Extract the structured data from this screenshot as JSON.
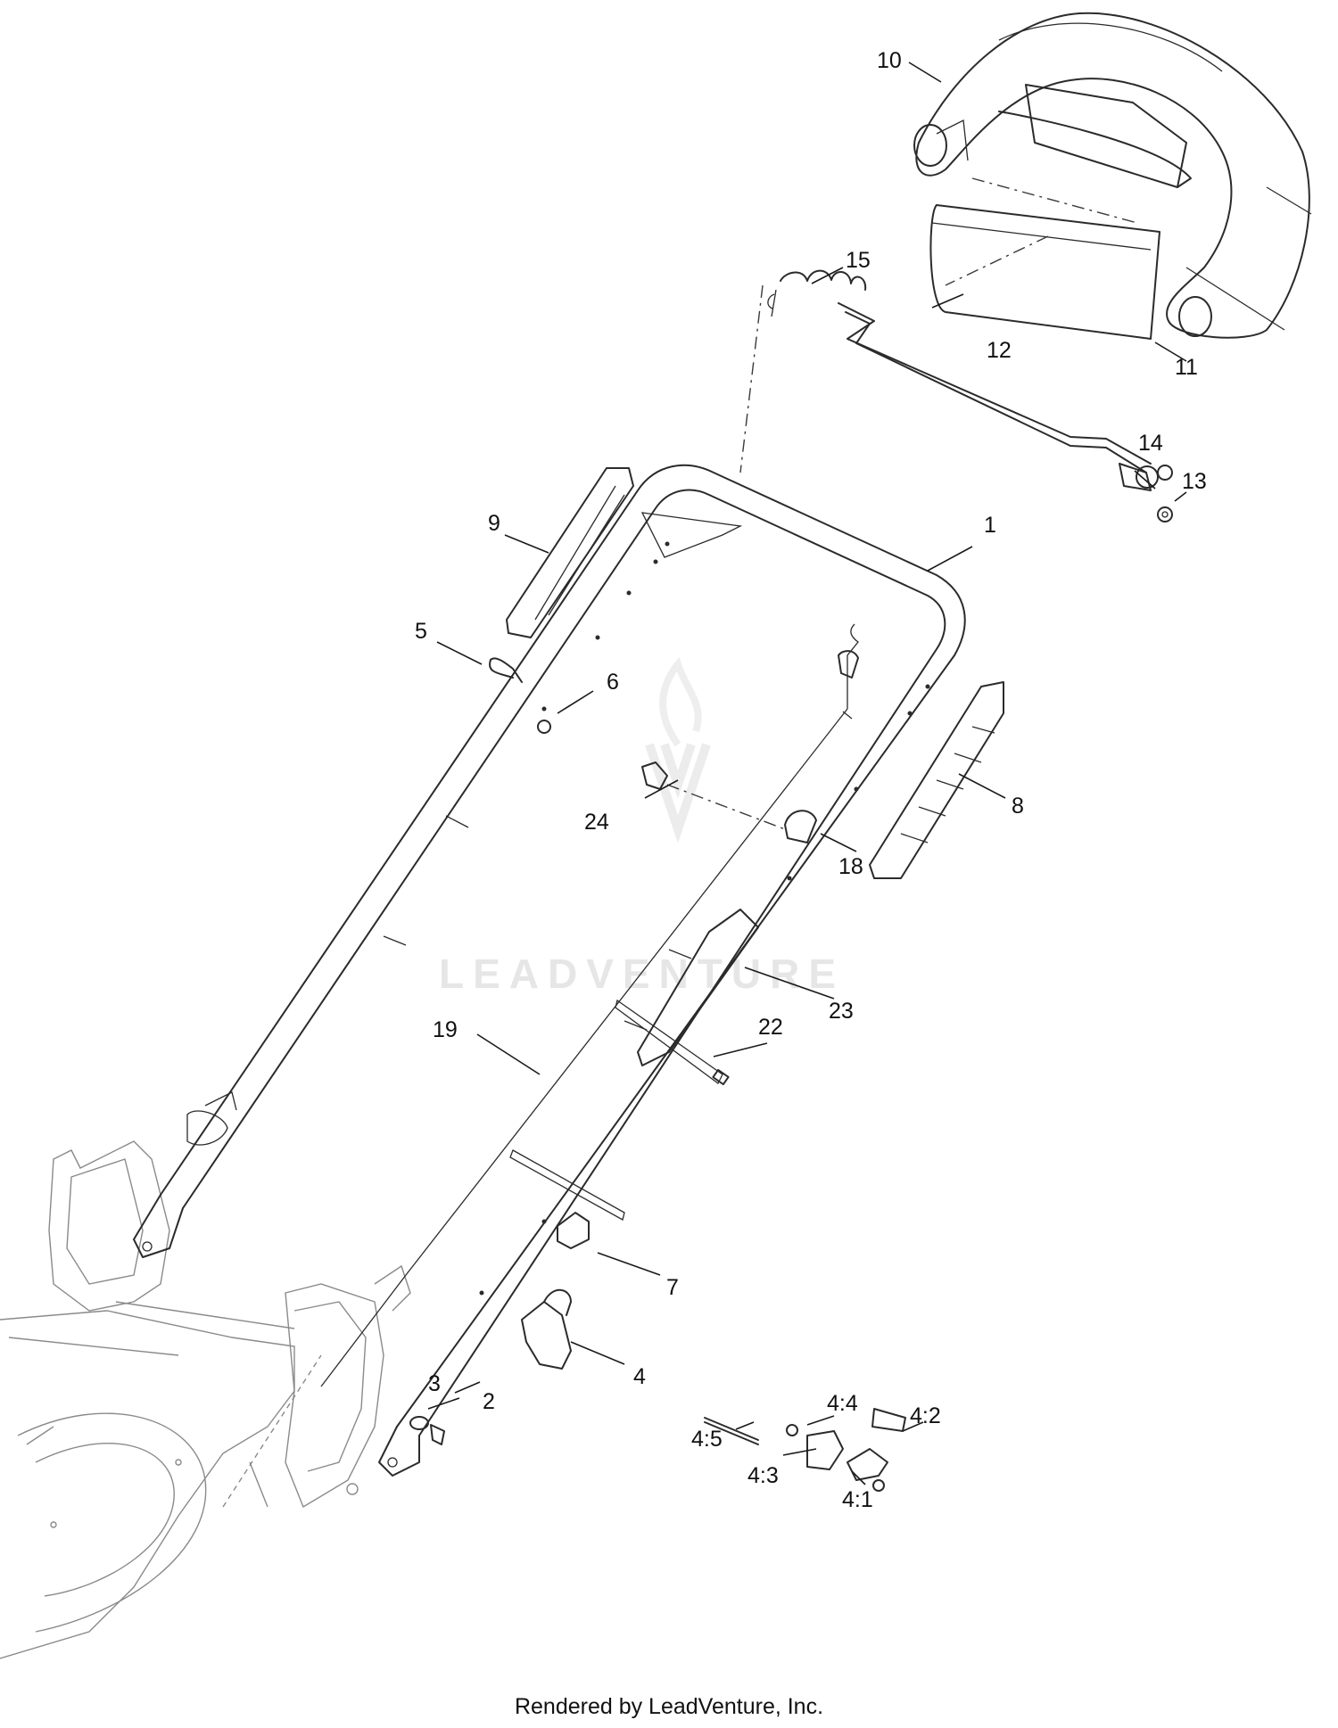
{
  "watermark": {
    "text": "LEADVENTURE"
  },
  "footer": {
    "text": "Rendered by LeadVenture, Inc."
  },
  "callouts": [
    {
      "id": "c1",
      "label": "1"
    },
    {
      "id": "c2",
      "label": "2"
    },
    {
      "id": "c3",
      "label": "3"
    },
    {
      "id": "c4",
      "label": "4"
    },
    {
      "id": "c5",
      "label": "5"
    },
    {
      "id": "c6",
      "label": "6"
    },
    {
      "id": "c7",
      "label": "7"
    },
    {
      "id": "c8",
      "label": "8"
    },
    {
      "id": "c9",
      "label": "9"
    },
    {
      "id": "c10",
      "label": "10"
    },
    {
      "id": "c11",
      "label": "11"
    },
    {
      "id": "c12",
      "label": "12"
    },
    {
      "id": "c13",
      "label": "13"
    },
    {
      "id": "c14",
      "label": "14"
    },
    {
      "id": "c15",
      "label": "15"
    },
    {
      "id": "c18",
      "label": "18"
    },
    {
      "id": "c19",
      "label": "19"
    },
    {
      "id": "c22",
      "label": "22"
    },
    {
      "id": "c23",
      "label": "23"
    },
    {
      "id": "c24",
      "label": "24"
    },
    {
      "id": "c4-1",
      "label": "4:1"
    },
    {
      "id": "c4-2",
      "label": "4:2"
    },
    {
      "id": "c4-3",
      "label": "4:3"
    },
    {
      "id": "c4-4",
      "label": "4:4"
    },
    {
      "id": "c4-5",
      "label": "4:5"
    }
  ]
}
